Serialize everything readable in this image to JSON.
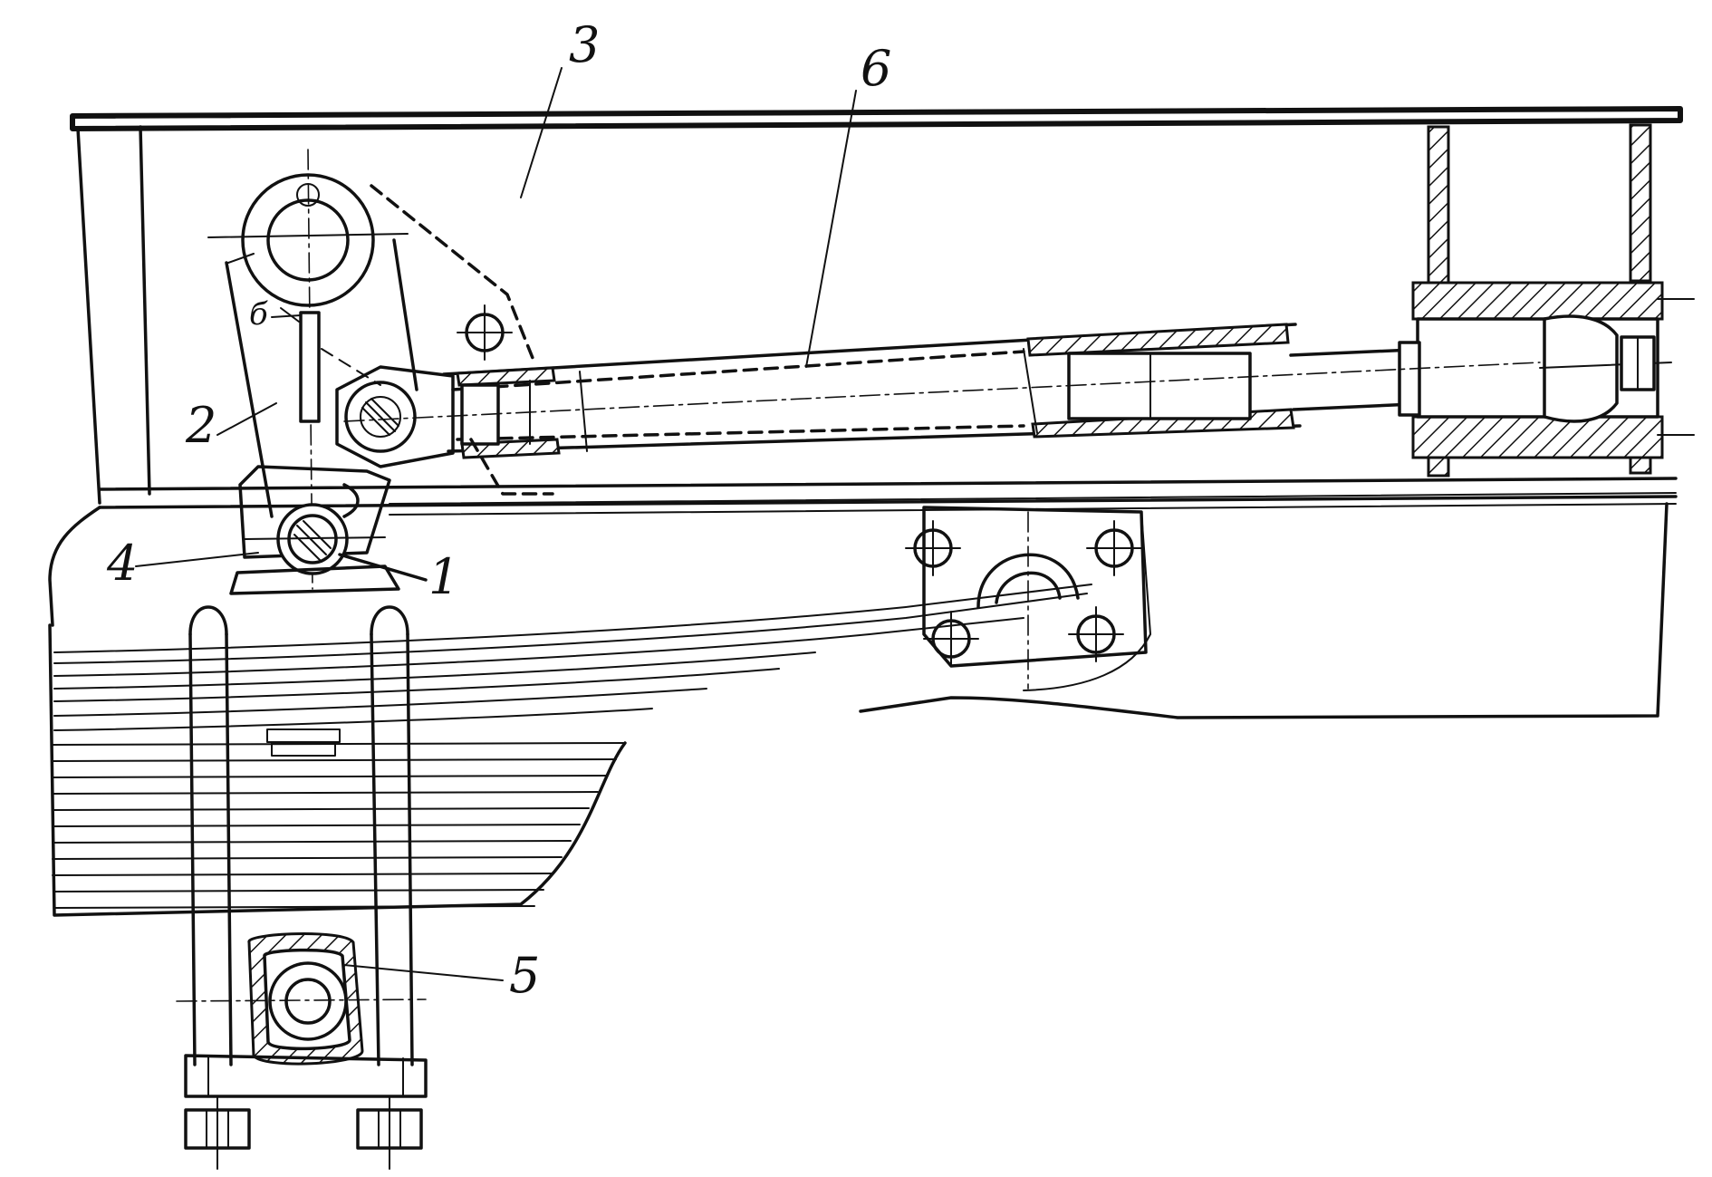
{
  "labels": {
    "l1": "1",
    "l2": "2",
    "l3": "3",
    "l4": "4",
    "l5": "5",
    "l6": "6",
    "lb": "б"
  },
  "colors": {
    "ink": "#111111",
    "paper": "#ffffff"
  }
}
